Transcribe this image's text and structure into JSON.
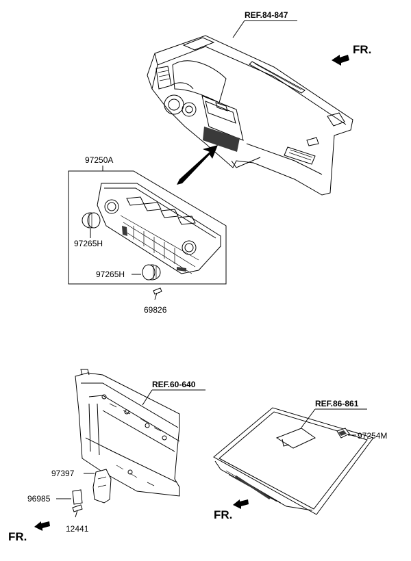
{
  "refs": {
    "dashboard": "REF.84-847",
    "radiator_support": "REF.60-640",
    "windshield": "REF.86-861"
  },
  "direction_label": "FR.",
  "parts": {
    "control_assembly": "97250A",
    "knob_upper": "97265H",
    "knob_lower": "97265H",
    "screw": "69826",
    "bracket": "97397",
    "clip": "96985",
    "bolt": "12441",
    "sensor": "97254M"
  }
}
